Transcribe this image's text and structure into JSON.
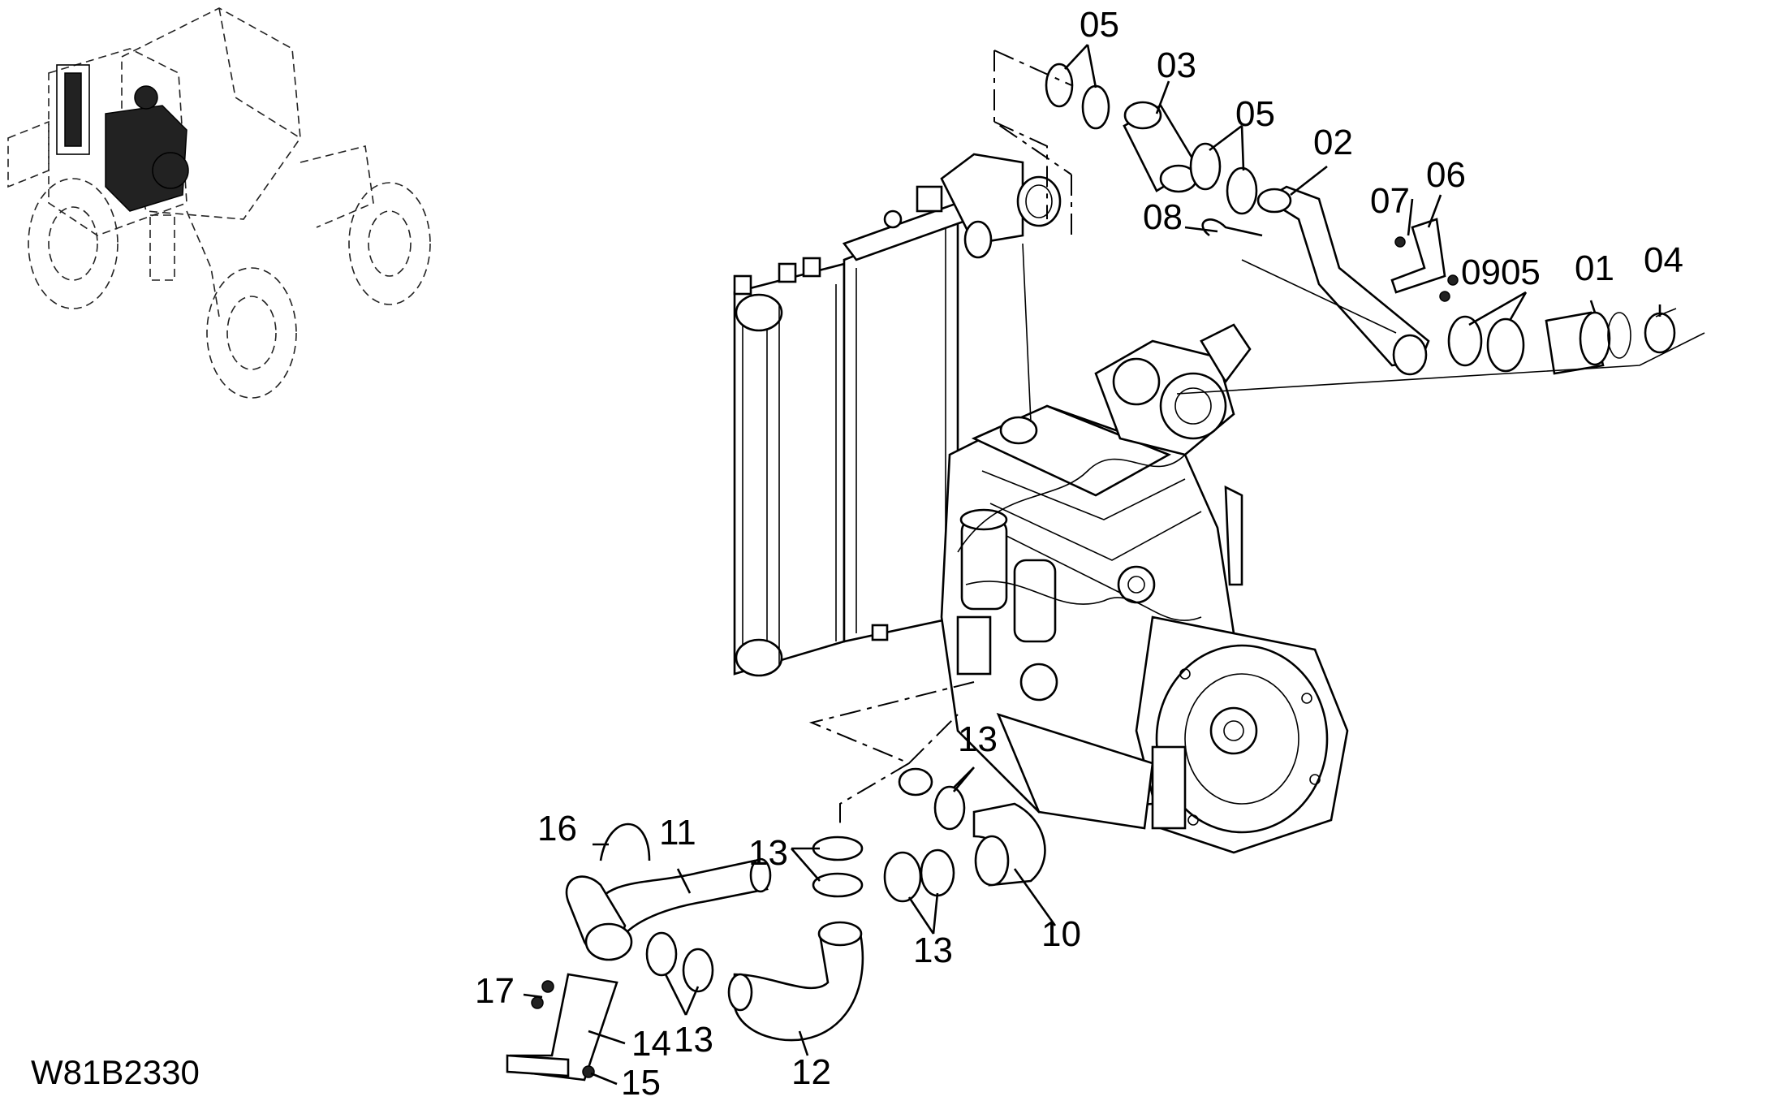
{
  "drawing_code": "W81B2330",
  "callouts": [
    {
      "id": "c01",
      "text": "01"
    },
    {
      "id": "c02",
      "text": "02"
    },
    {
      "id": "c03",
      "text": "03"
    },
    {
      "id": "c04",
      "text": "04"
    },
    {
      "id": "c05a",
      "text": "05"
    },
    {
      "id": "c05b",
      "text": "05"
    },
    {
      "id": "c0905",
      "text": "0905"
    },
    {
      "id": "c06",
      "text": "06"
    },
    {
      "id": "c07",
      "text": "07"
    },
    {
      "id": "c08",
      "text": "08"
    },
    {
      "id": "c10",
      "text": "10"
    },
    {
      "id": "c11",
      "text": "11"
    },
    {
      "id": "c12",
      "text": "12"
    },
    {
      "id": "c13a",
      "text": "13"
    },
    {
      "id": "c13b",
      "text": "13"
    },
    {
      "id": "c13c",
      "text": "13"
    },
    {
      "id": "c13d",
      "text": "13"
    },
    {
      "id": "c14",
      "text": "14"
    },
    {
      "id": "c15",
      "text": "15"
    },
    {
      "id": "c16",
      "text": "16"
    },
    {
      "id": "c17",
      "text": "17"
    }
  ]
}
